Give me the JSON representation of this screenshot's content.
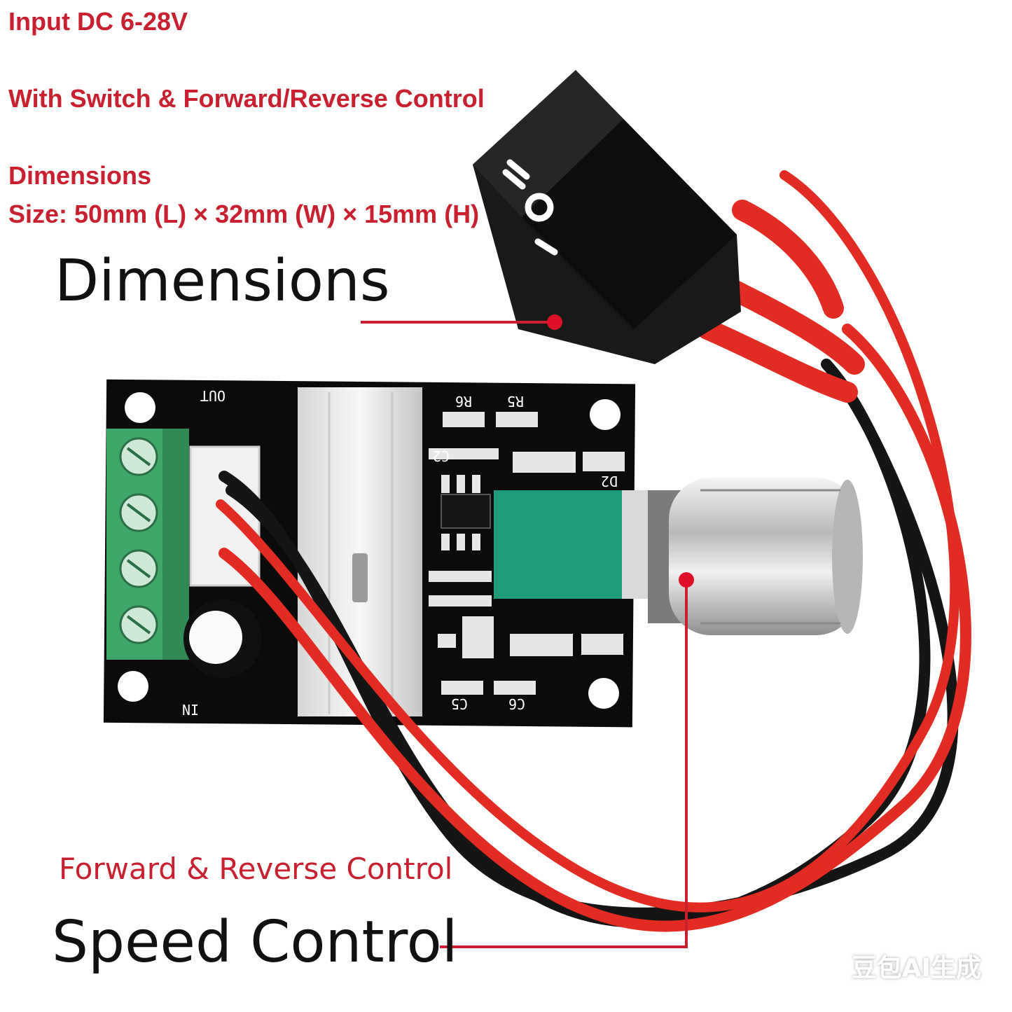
{
  "specs": {
    "input": "Input DC 6-28V",
    "switch": "With Switch & Forward/Reverse Control",
    "dimensions_heading": "Dimensions",
    "size": "Size: 50mm (L) × 32mm (W) × 15mm (H)"
  },
  "callouts": {
    "dimensions": "Dimensions",
    "forward_reverse": "Forward & Reverse Control",
    "speed": "Speed Control"
  },
  "pcb_labels": {
    "out": "OUT",
    "in": "IN",
    "r6": "R6",
    "r5": "R5",
    "c2": "C2",
    "d2": "D2",
    "c5": "C5",
    "c6": "C6"
  },
  "watermark": "豆包AI生成",
  "colors": {
    "accent": "#c8202e",
    "pcb": "#0b0b0b",
    "terminal": "#3fa56a",
    "wire_red": "#e22b22"
  }
}
